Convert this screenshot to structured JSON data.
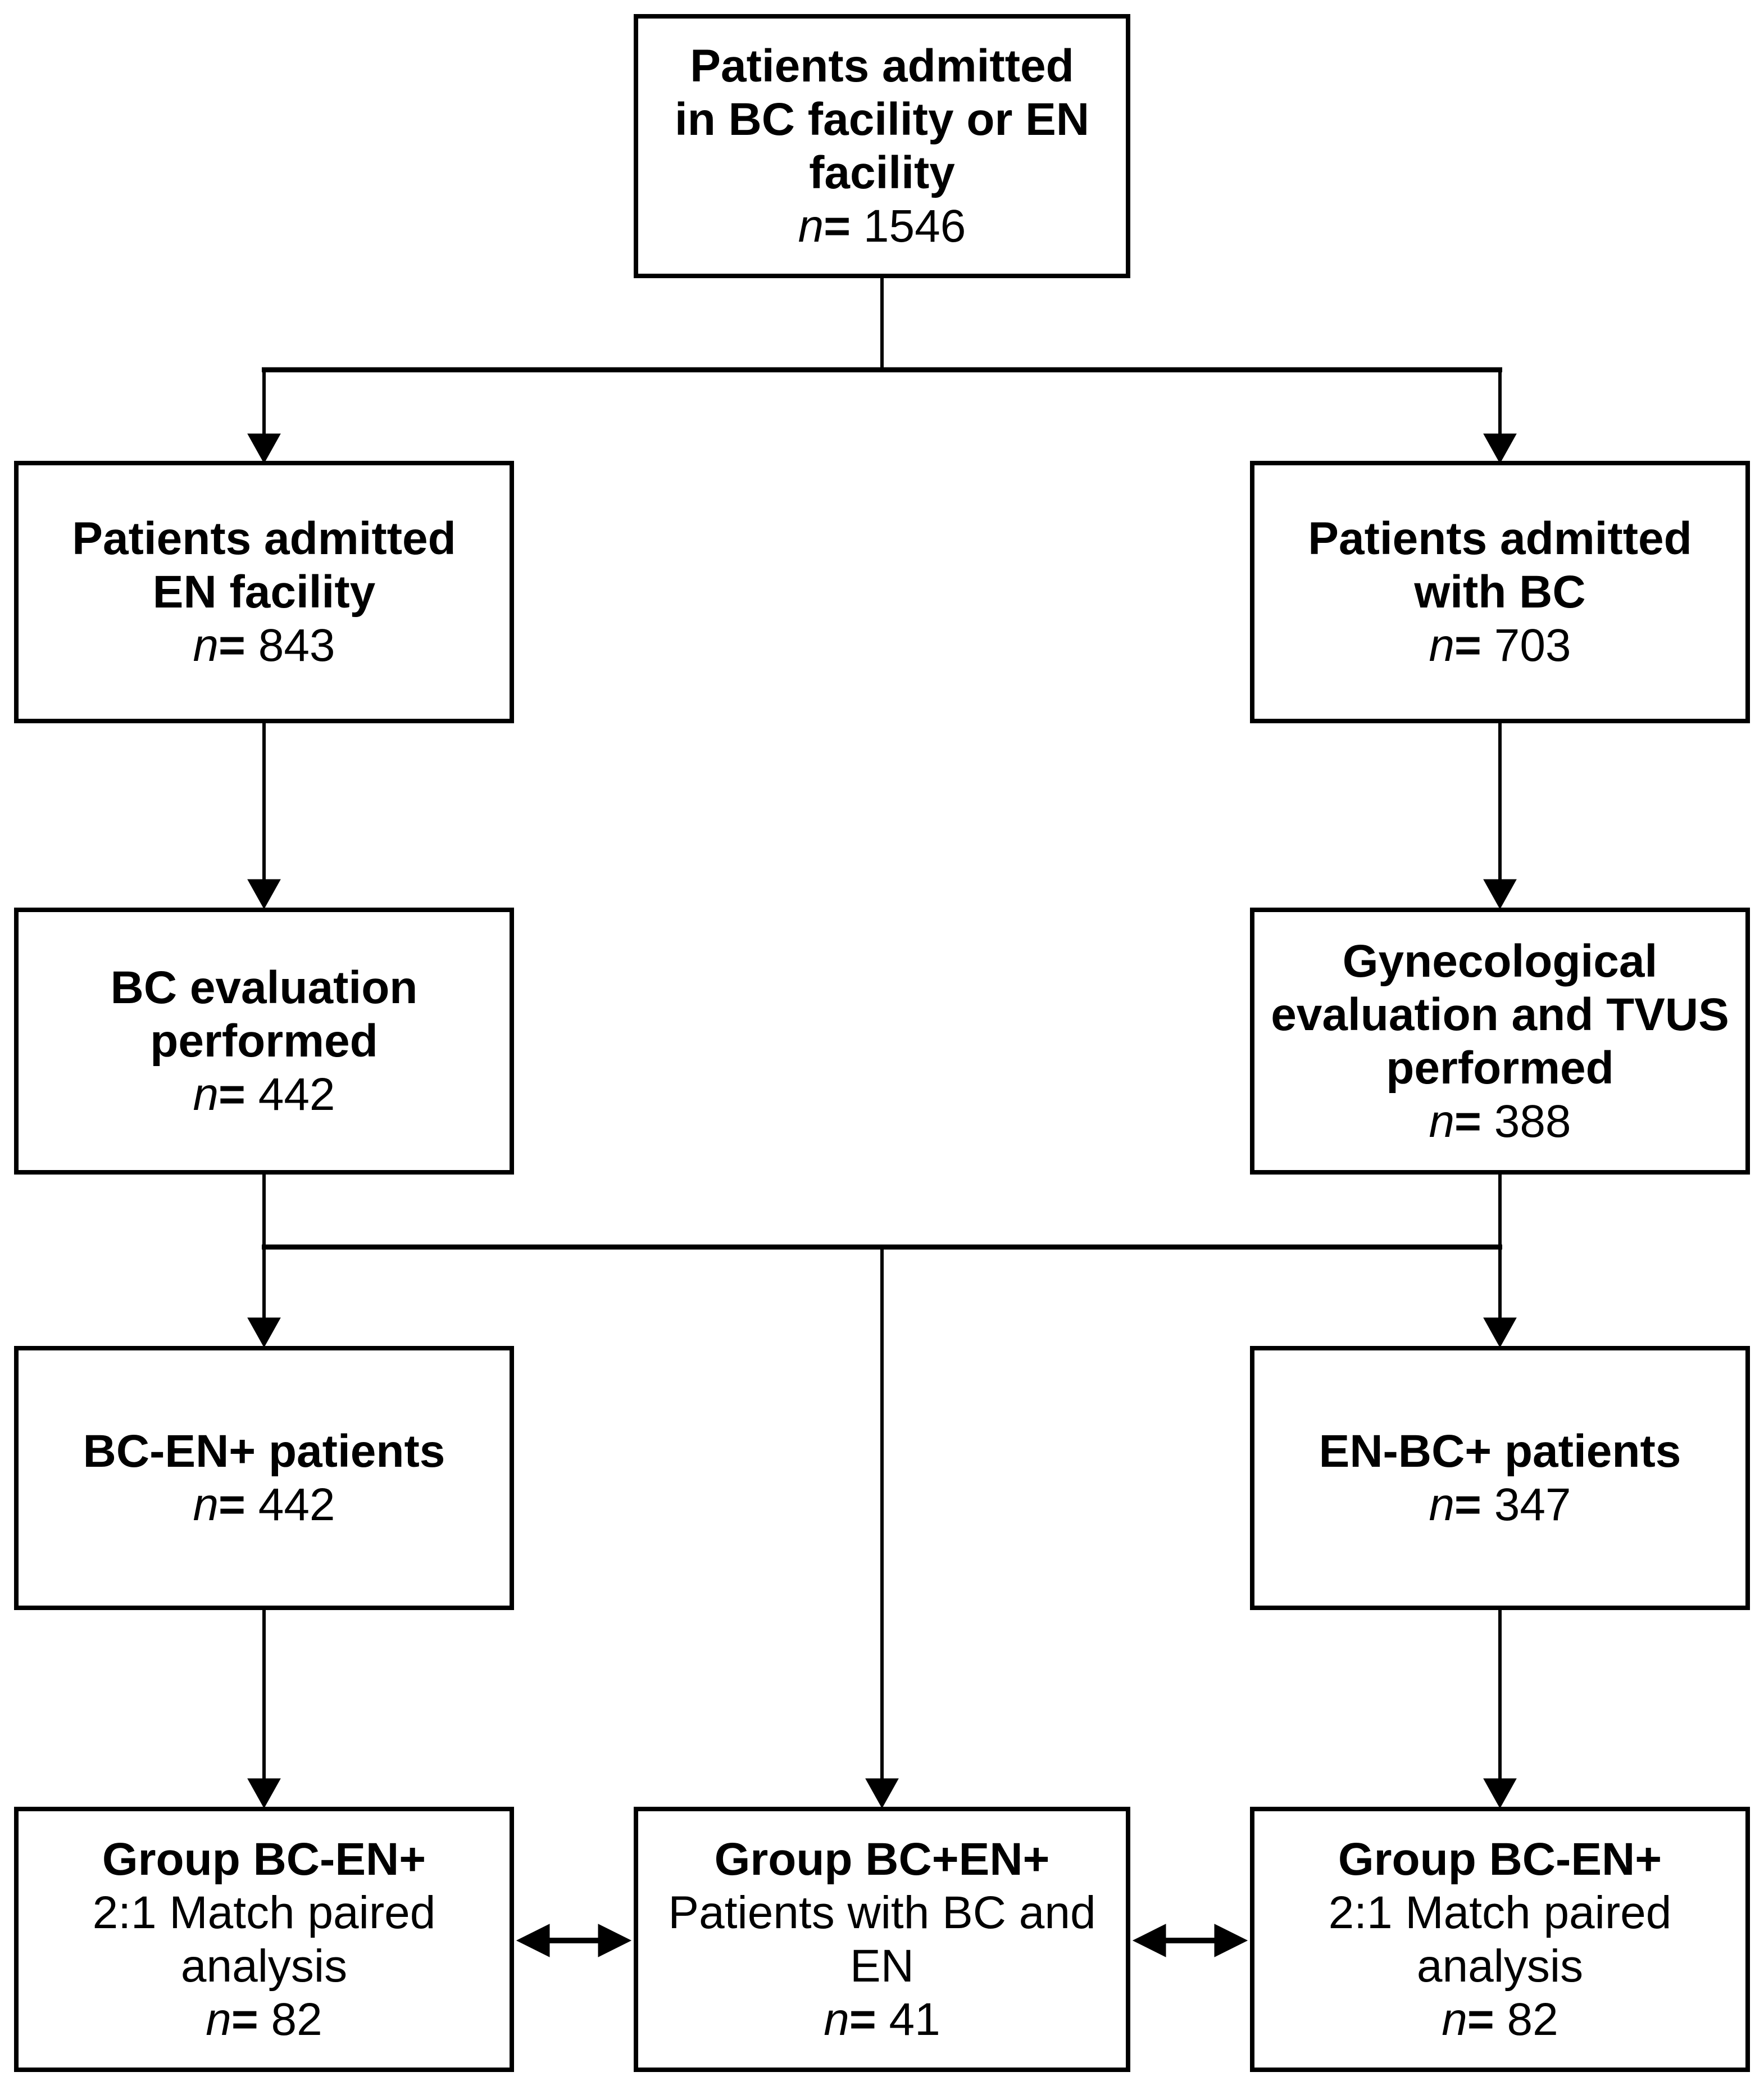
{
  "colors": {
    "background": "#ffffff",
    "line": "#000000",
    "text": "#000000"
  },
  "boxes": [
    {
      "name": "patients-admitted-total",
      "title_lines": [
        "Patients admitted",
        "in BC facility or EN",
        "facility"
      ],
      "n_prefix": "n",
      "n_eq": "=",
      "n_value": " 1546"
    },
    {
      "name": "patients-admitted-en-facility",
      "title_lines": [
        "Patients admitted",
        "EN facility"
      ],
      "n_prefix": "n",
      "n_eq": "=",
      "n_value": " 843"
    },
    {
      "name": "patients-admitted-with-bc",
      "title_lines": [
        "Patients admitted",
        "with BC"
      ],
      "n_prefix": "n",
      "n_eq": "=",
      "n_value": " 703"
    },
    {
      "name": "bc-evaluation-performed",
      "title_lines": [
        "BC evaluation",
        "performed"
      ],
      "n_prefix": "n",
      "n_eq": "=",
      "n_value": " 442"
    },
    {
      "name": "gynecological-evaluation-tvus",
      "title_lines": [
        "Gynecological",
        "evaluation and TVUS",
        "performed"
      ],
      "n_prefix": "n",
      "n_eq": "=",
      "n_value": " 388"
    },
    {
      "name": "bc-en-plus-patients",
      "title_lines": [
        "BC-EN+ patients"
      ],
      "n_prefix": "n",
      "n_eq": "=",
      "n_value": " 442"
    },
    {
      "name": "en-bc-plus-patients",
      "title_lines": [
        "EN-BC+ patients"
      ],
      "n_prefix": "n",
      "n_eq": "=",
      "n_value": " 347"
    },
    {
      "name": "group-bc-en-plus-left",
      "title_lines": [
        "Group BC-EN+"
      ],
      "subtitle_lines": [
        "2:1 Match paired",
        "analysis"
      ],
      "n_prefix": "n",
      "n_eq": "=",
      "n_value": " 82"
    },
    {
      "name": "group-bc-plus-en-plus-center",
      "title_lines": [
        "Group BC+EN+"
      ],
      "subtitle_lines": [
        "Patients with BC and",
        "EN"
      ],
      "n_prefix": "n",
      "n_eq": "=",
      "n_value": " 41"
    },
    {
      "name": "group-bc-en-plus-right",
      "title_lines": [
        "Group BC-EN+"
      ],
      "subtitle_lines": [
        "2:1 Match paired",
        "analysis"
      ],
      "n_prefix": "n",
      "n_eq": "=",
      "n_value": " 82"
    }
  ],
  "edges": [
    {
      "from": "patients-admitted-total",
      "to": "patients-admitted-en-facility",
      "type": "arrow"
    },
    {
      "from": "patients-admitted-total",
      "to": "patients-admitted-with-bc",
      "type": "arrow"
    },
    {
      "from": "patients-admitted-en-facility",
      "to": "bc-evaluation-performed",
      "type": "arrow"
    },
    {
      "from": "patients-admitted-with-bc",
      "to": "gynecological-evaluation-tvus",
      "type": "arrow"
    },
    {
      "from": "bc-evaluation-performed",
      "to": "bc-en-plus-patients",
      "type": "arrow"
    },
    {
      "from": "gynecological-evaluation-tvus",
      "to": "en-bc-plus-patients",
      "type": "arrow"
    },
    {
      "from": "bc-evaluation-performed",
      "to": "group-bc-plus-en-plus-center",
      "type": "arrow"
    },
    {
      "from": "gynecological-evaluation-tvus",
      "to": "group-bc-plus-en-plus-center",
      "type": "arrow"
    },
    {
      "from": "bc-en-plus-patients",
      "to": "group-bc-en-plus-left",
      "type": "arrow"
    },
    {
      "from": "en-bc-plus-patients",
      "to": "group-bc-en-plus-right",
      "type": "arrow"
    },
    {
      "from": "group-bc-en-plus-left",
      "to": "group-bc-plus-en-plus-center",
      "type": "double-arrow"
    },
    {
      "from": "group-bc-plus-en-plus-center",
      "to": "group-bc-en-plus-right",
      "type": "double-arrow"
    }
  ]
}
